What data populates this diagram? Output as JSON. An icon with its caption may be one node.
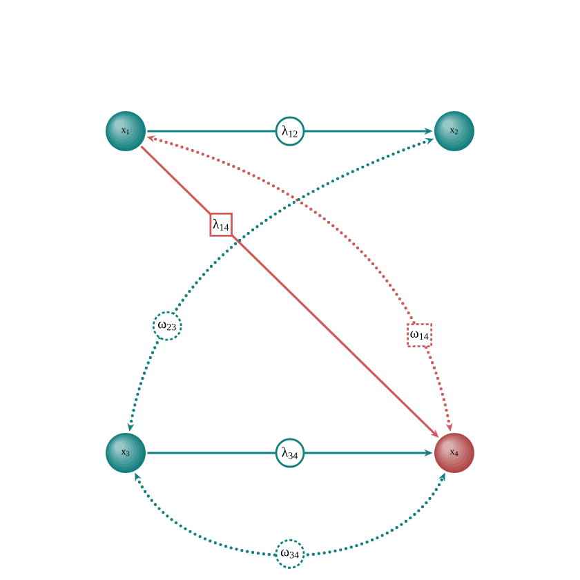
{
  "diagram": {
    "nodes": [
      {
        "text": [
          "x$_{1}$"
        ]
      },
      {
        "text": [
          "x$_{2}$"
        ]
      },
      {
        "text": [
          "x$_{3}$"
        ]
      },
      {
        "text": [
          "x$_{4}$"
        ]
      }
    ],
    "edges": [
      {
        "from": 0,
        "to": 1,
        "arrow": "to",
        "label": "λ$_{12}$"
      },
      {
        "from": 0,
        "to": 3,
        "arrow": "to",
        "label": "λ$_{14}$",
        "color": "#d0595a"
      },
      {
        "from": 3,
        "to": 0,
        "arrow": "both",
        "label": "ω$_{14}$",
        "style": "dashed",
        "color": "#d0595a"
      },
      {
        "from": 2,
        "to": 1,
        "arrow": "both",
        "label": "ω$_{23}$",
        "style": "dashed"
      },
      {
        "from": 2,
        "to": 3,
        "arrow": "both",
        "label": "ω$_{34}$",
        "style": "dashed"
      },
      {
        "from": 2,
        "to": 3,
        "arrow": "to",
        "label": "λ$_{34}$"
      }
    ]
  }
}
